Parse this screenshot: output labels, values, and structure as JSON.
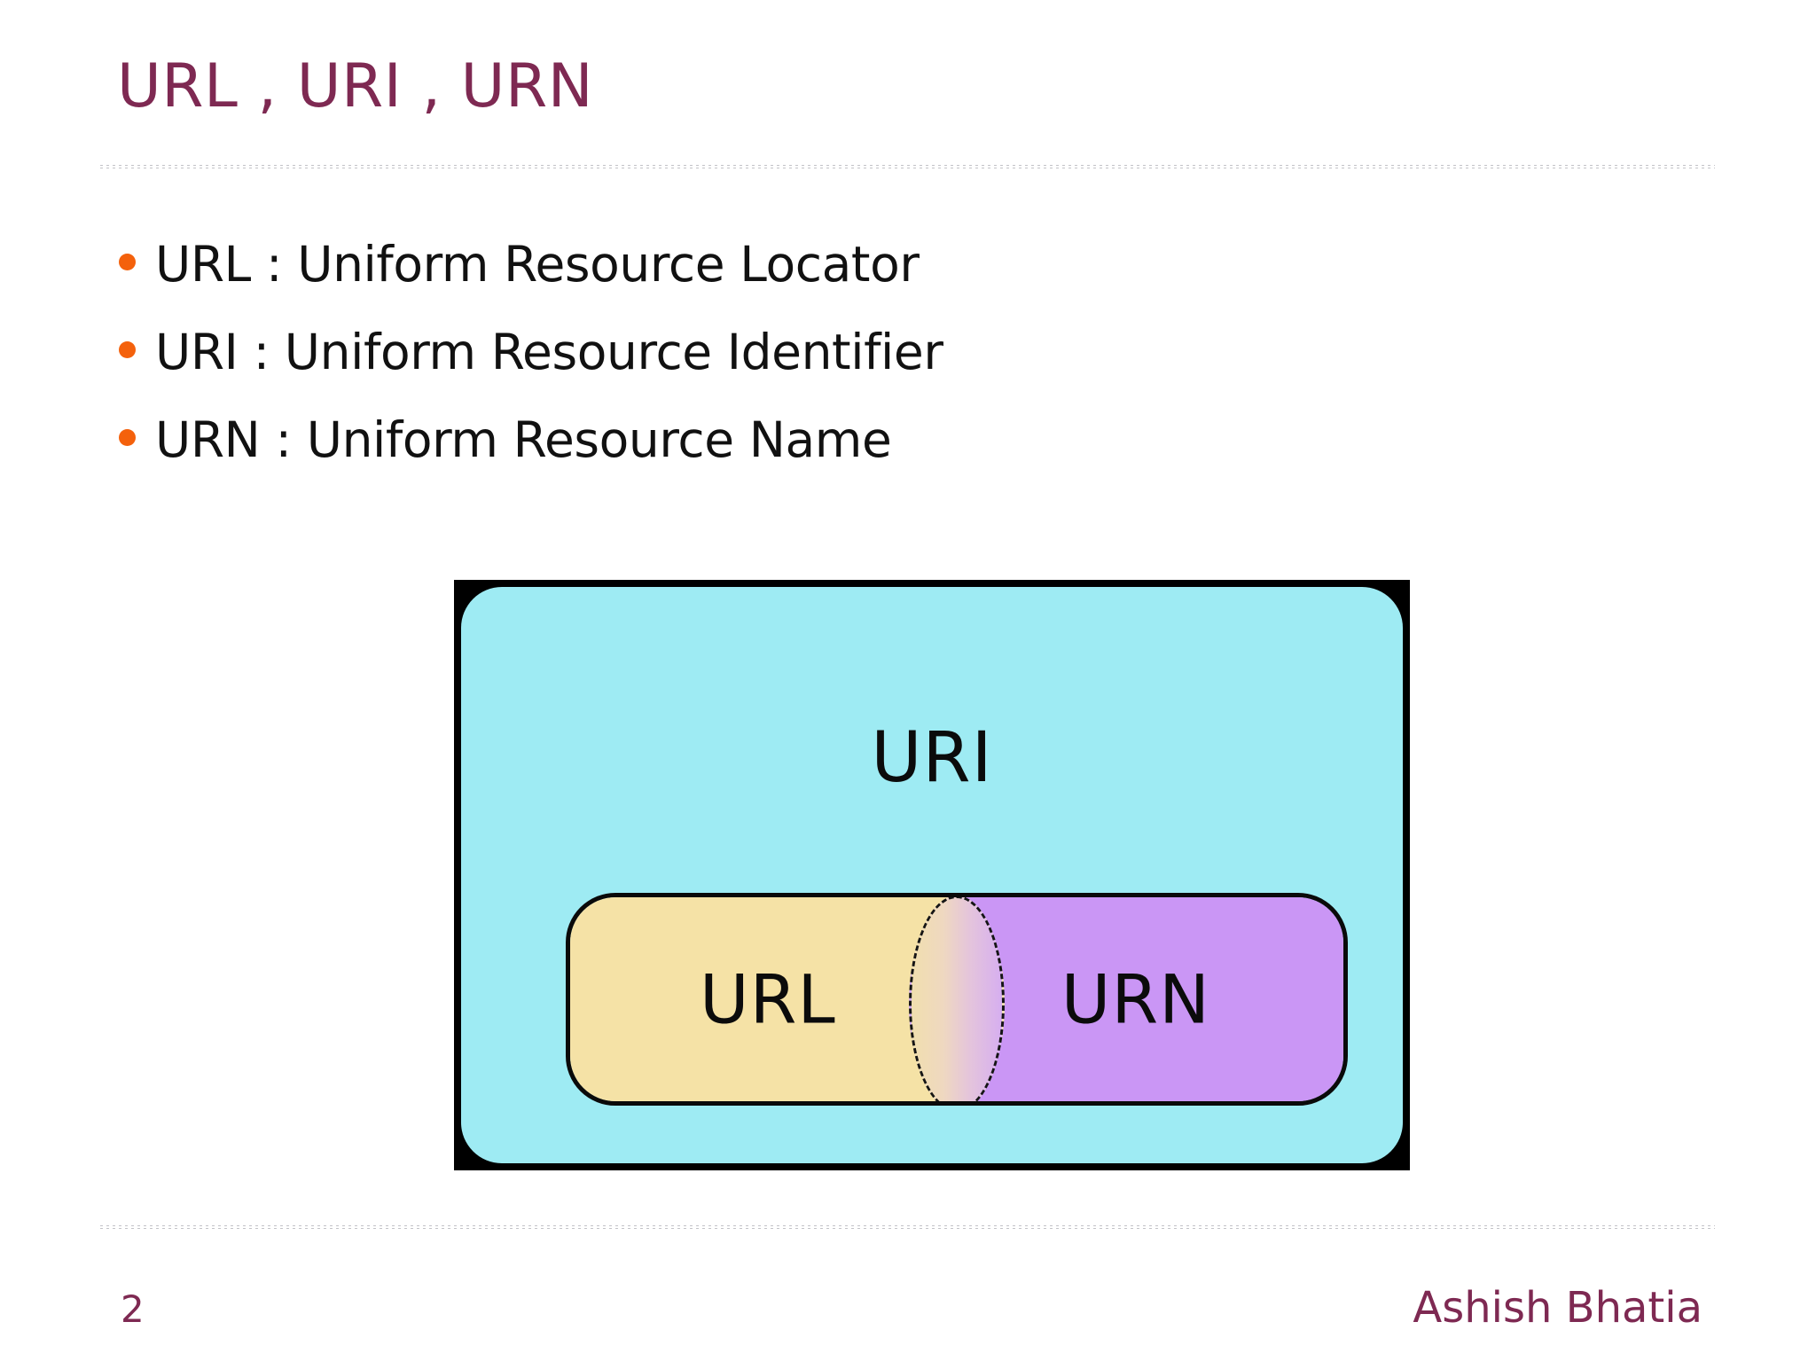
{
  "slide": {
    "title": "URL , URI , URN",
    "background_color": "#ffffff",
    "accent_color": "#7E2952",
    "bullet_color": "#F4610C"
  },
  "bullets": [
    {
      "text": "URL : Uniform Resource Locator"
    },
    {
      "text": "URI : Uniform Resource Identifier"
    },
    {
      "text": "URN : Uniform Resource Name"
    }
  ],
  "diagram": {
    "outer_label": "URI",
    "outer_color": "#9EEBF3",
    "frame_color": "#000000",
    "left_label": "URL",
    "left_color": "#F5E2A6",
    "right_label": "URN",
    "right_color": "#CA96F5"
  },
  "footer": {
    "page_number": "2",
    "author": "Ashish Bhatia"
  }
}
